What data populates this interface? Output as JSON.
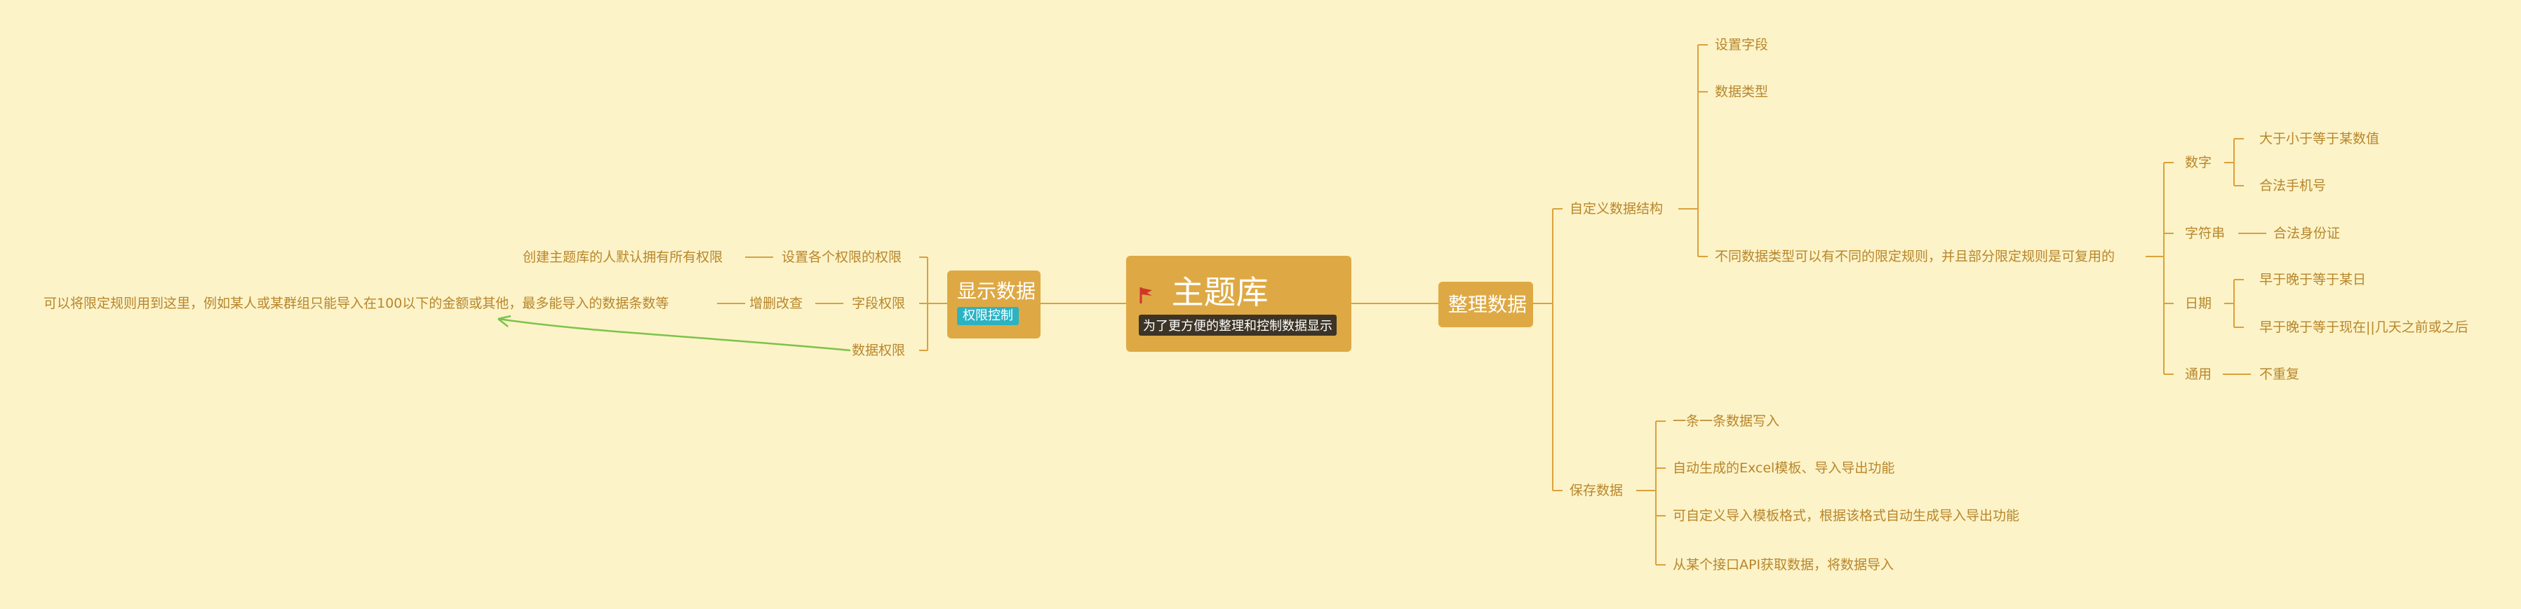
{
  "root": {
    "title": "主题库",
    "subtitle": "为了更方便的整理和控制数据显示"
  },
  "left": {
    "main": {
      "label": "显示数据",
      "tag": "权限控制"
    },
    "perm_settings": {
      "label": "设置各个权限的权限",
      "note": "创建主题库的人默认拥有所有权限"
    },
    "field_perm": {
      "label": "字段权限",
      "child": "增删改查"
    },
    "data_perm": {
      "label": "数据权限"
    },
    "annotation": "可以将限定规则用到这里，例如某人或某群组只能导入在100以下的金额或其他，最多能导入的数据条数等"
  },
  "right": {
    "main": {
      "label": "整理数据"
    },
    "custom_structure": {
      "label": "自定义数据结构",
      "set_fields": "设置字段",
      "data_types": "数据类型",
      "rules": {
        "label": "不同数据类型可以有不同的限定规则，并且部分限定规则是可复用的",
        "number": {
          "label": "数字",
          "children": [
            "大于小于等于某数值",
            "合法手机号"
          ]
        },
        "string": {
          "label": "字符串",
          "children": [
            "合法身份证"
          ]
        },
        "date": {
          "label": "日期",
          "children": [
            "早于晚于等于某日",
            "早于晚于等于现在||几天之前或之后"
          ]
        },
        "general": {
          "label": "通用",
          "children": [
            "不重复"
          ]
        }
      }
    },
    "save_data": {
      "label": "保存数据",
      "children": [
        "一条一条数据写入",
        "自动生成的Excel模板、导入导出功能",
        "可自定义导入模板格式，根据该格式自动生成导入导出功能",
        "从某个接口API获取数据，将数据导入"
      ]
    }
  },
  "colors": {
    "background": "#fcf3c8",
    "node": "#dea944",
    "line": "#dba13c",
    "text": "#b8862c",
    "tag": "#2bb3c4",
    "arrow": "#7cc34a",
    "flag": "#d0352b"
  }
}
